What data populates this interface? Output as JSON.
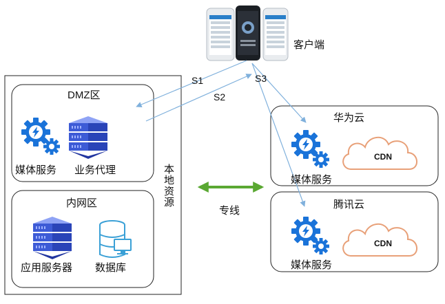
{
  "client": {
    "label": "客户端"
  },
  "local": {
    "label": "本地资源",
    "dmz": {
      "title": "DMZ区",
      "media_label": "媒体服务",
      "proxy_label": "业务代理"
    },
    "intranet": {
      "title": "内网区",
      "app_label": "应用服务器",
      "db_label": "数据库"
    }
  },
  "links": {
    "s1": "S1",
    "s2": "S2",
    "s3": "S3",
    "dedicated": "专线"
  },
  "huawei": {
    "title": "华为云",
    "media_label": "媒体服务",
    "cdn_label": "CDN"
  },
  "tencent": {
    "title": "腾讯云",
    "media_label": "媒体服务",
    "cdn_label": "CDN"
  },
  "colors": {
    "arrow": "#7fb0dc",
    "gear": "#1a73d9",
    "server": "#3d5bd6",
    "dedicated": "#5aa832",
    "cloud": "#e8a078"
  }
}
